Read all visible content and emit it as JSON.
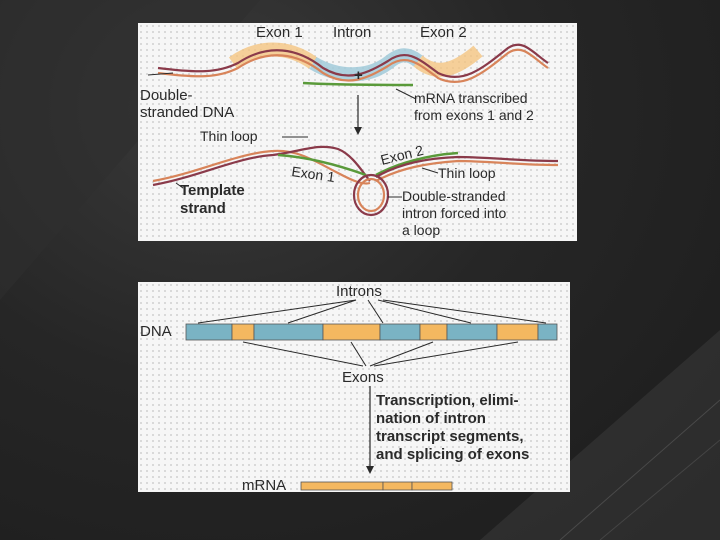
{
  "top_diagram": {
    "exon1": "Exon 1",
    "intron": "Intron",
    "exon2": "Exon 2",
    "plus": "+",
    "double_stranded": [
      "Double-",
      "stranded DNA"
    ],
    "mrna_transcribed": [
      "mRNA transcribed",
      "from exons 1 and 2"
    ],
    "thin_loop_left": "Thin loop",
    "exon2_small": "Exon 2",
    "exon1_small": "Exon 1",
    "thin_loop_right": "Thin loop",
    "template_strand": [
      "Template",
      "strand"
    ],
    "ds_intron": [
      "Double-stranded",
      "intron forced into",
      "a loop"
    ]
  },
  "bottom_diagram": {
    "introns": "Introns",
    "dna": "DNA",
    "exons": "Exons",
    "transcription": [
      "Transcription, elimi-",
      "nation of intron",
      "transcript segments,",
      "and splicing of exons"
    ],
    "mrna": "mRNA"
  },
  "colors": {
    "exon_fill": "#f4b860",
    "intron_fill": "#7ab3c4",
    "dna_strand_red": "#8a3a4a",
    "dna_strand_orange": "#d8845a",
    "mrna_green": "#5a9a3a"
  }
}
